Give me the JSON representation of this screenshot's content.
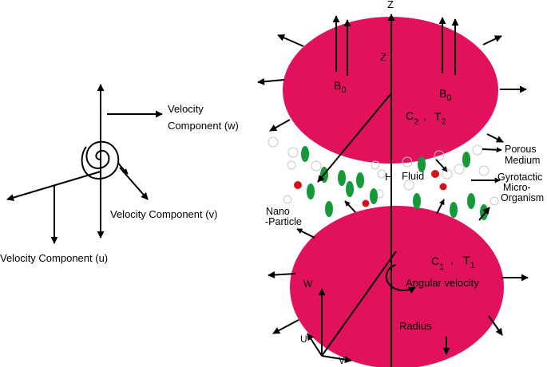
{
  "colors": {
    "disk": "#e1115e",
    "micro_organism": "#159a3a",
    "nano_particle": "#d4121a",
    "porous_dot_stroke": "#c8c8c8",
    "line": "#000000"
  },
  "left_diagram": {
    "velocity_w_line1": "Velocity",
    "velocity_w_line2": "Component (w)",
    "velocity_v": "Velocity Component (v)",
    "velocity_u": "Velocity Component (u)"
  },
  "axis": {
    "z_top": "Z",
    "z_inner": "Z",
    "h": "H",
    "radius": "Radius",
    "w": "W",
    "u": "U",
    "v": "V"
  },
  "upper_disk": {
    "b0_left_main": "B",
    "b0_left_sub": "0",
    "b0_right_main": "B",
    "b0_right_sub": "0",
    "c_main": "C",
    "c_sub": "2",
    "comma": ",",
    "t_main": "T",
    "t_sub": "2"
  },
  "lower_disk": {
    "c_main": "C",
    "c_sub": "1",
    "comma": ",",
    "t_main": "T",
    "t_sub": "1",
    "angular_velocity": "Angular velocity"
  },
  "labels": {
    "fluid": "Fluid",
    "porous_line1": "Porous",
    "porous_line2": "Medium",
    "gyro_line1": "Gyrotactic",
    "gyro_line2": "Micro-",
    "gyro_line3": "Organism",
    "nano_line1": "Nano",
    "nano_line2": "-Particle"
  }
}
